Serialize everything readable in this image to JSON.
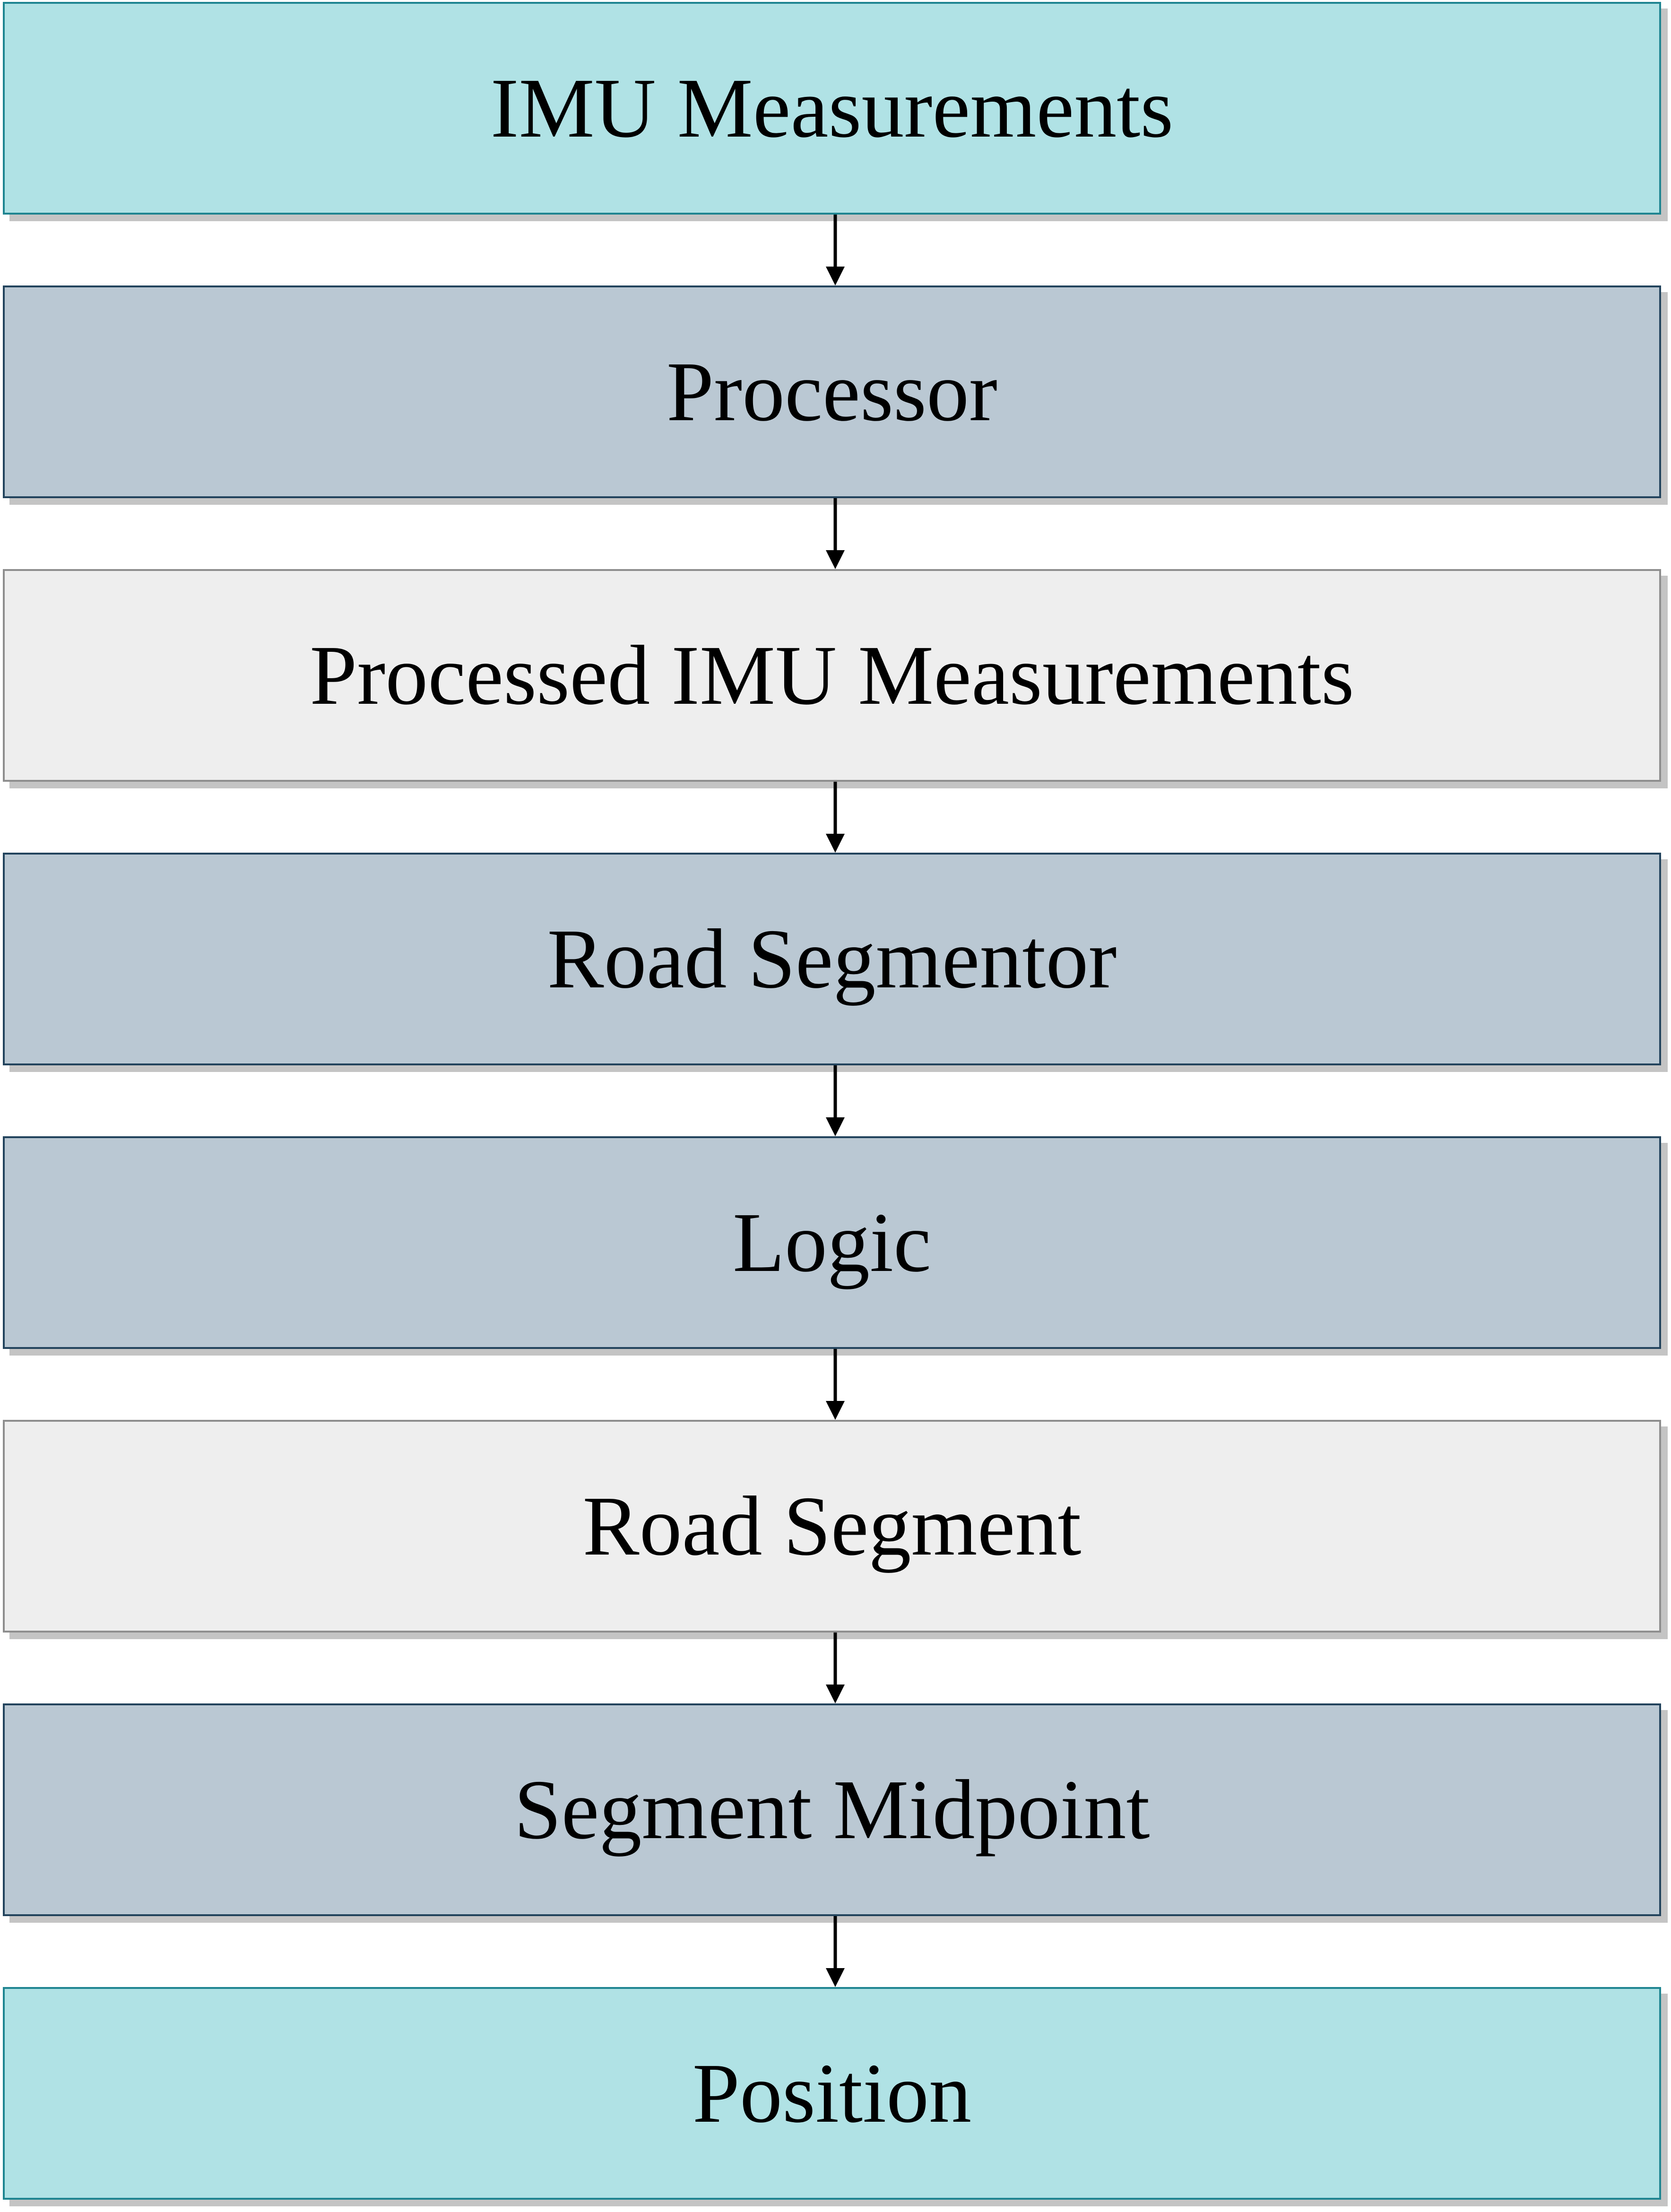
{
  "flowchart": {
    "steps": [
      {
        "label": "IMU Measurements",
        "style": "io"
      },
      {
        "label": "Processor",
        "style": "process"
      },
      {
        "label": "Processed IMU Measurements",
        "style": "data"
      },
      {
        "label": "Road Segmentor",
        "style": "process"
      },
      {
        "label": "Logic",
        "style": "process"
      },
      {
        "label": "Road Segment",
        "style": "data"
      },
      {
        "label": "Segment Midpoint",
        "style": "process"
      },
      {
        "label": "Position",
        "style": "io"
      }
    ]
  },
  "colors": {
    "io_fill": "#b0e2e5",
    "io_border": "#1f8591",
    "process_fill": "#bac8d3",
    "process_border": "#23445d",
    "data_fill": "#eeeeee",
    "data_border": "#8e8e8e",
    "arrow": "#000000"
  }
}
